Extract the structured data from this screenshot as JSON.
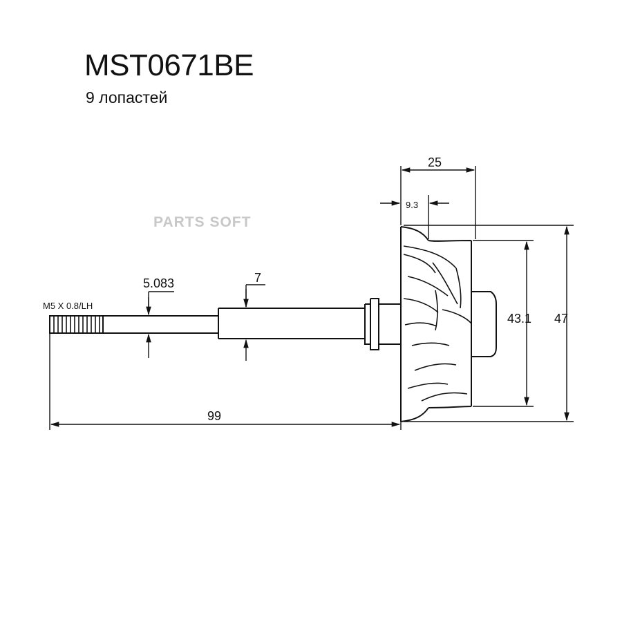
{
  "header": {
    "part_number": "MST0671BE",
    "description": "9 лопастей"
  },
  "watermark": "PARTS SOFT",
  "dimensions": {
    "wheel_length": "25",
    "tip_offset": "9.3",
    "shaft_dia": "5.083",
    "journal_dia": "7",
    "thread": "M5 X 0.8/LH",
    "overall_length": "99",
    "inducer_dia": "43.1",
    "exducer_dia": "47"
  },
  "colors": {
    "line": "#111111",
    "watermark": "#c8c8c8"
  }
}
